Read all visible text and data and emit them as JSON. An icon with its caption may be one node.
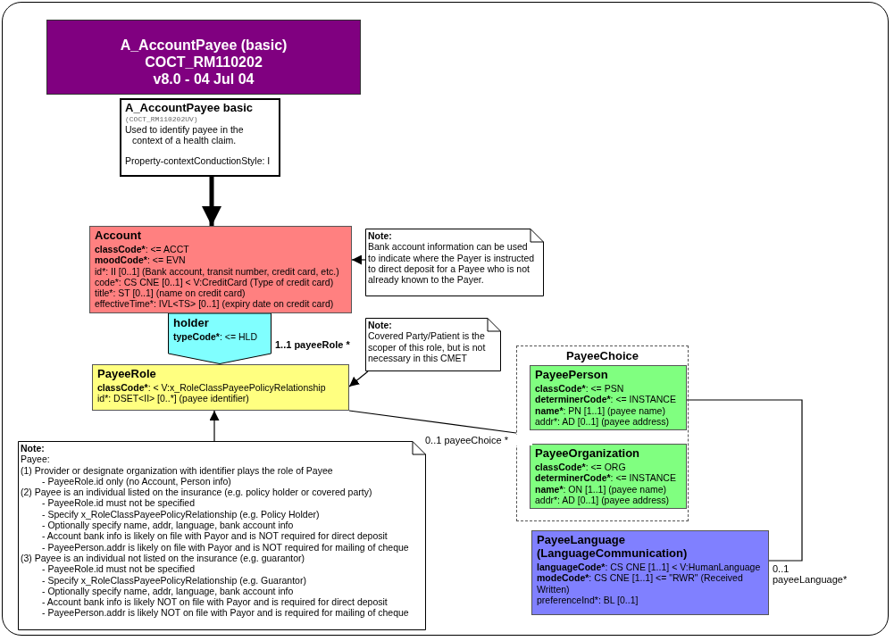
{
  "diagram": {
    "nodes": [
      {
        "text": [
          "A_AccountPayee (basic)",
          "COCT_RM110202",
          "v8.0 - 04 Jul 04"
        ]
      },
      {
        "text": [
          "A_AccountPayee basic",
          "(COCT_RM110202UV)",
          "Used to identify payee in the context of a health claim.",
          "Property-contextConductionStyle: I"
        ]
      },
      {
        "text": [
          "Account",
          "classCode*: <= ACCT",
          "moodCode*: <= EVN",
          "id*: II [0..1] (Bank account, transit number, credit card, etc.)",
          "code*: CS CNE [0..1] < V:CreditCard (Type of credit card)",
          "title*: ST [0..1] (name on credit card)",
          "effectiveTime*: IVL<TS> [0..1] (expiry date on credit card)"
        ]
      },
      {
        "text": [
          "Note:",
          "Bank account information can be used to indicate where the Payer is instructed to direct deposit for a Payee who is not already known to the Payer."
        ]
      },
      {
        "text": [
          "holder",
          "typeCode*: <= HLD"
        ],
        "beside": [
          "1..1 payeeRole  *"
        ]
      },
      {
        "text": [
          "Note:",
          "Covered Party/Patient is the scoper of this role, but is not necessary in this CMET"
        ]
      },
      {
        "text": [
          "PayeeRole",
          "classCode*: < V:x_RoleClassPayeePolicyRelationship",
          "id*: DSET<II> [0..*] (payee identifier)"
        ]
      },
      {
        "text": [
          "PayeeChoice"
        ]
      },
      {
        "text": [
          "PayeePerson",
          "classCode*: <= PSN",
          "determinerCode*: <= INSTANCE",
          "name*: PN [1..1] (payee name)",
          "addr*: AD [0..1] (payee address)"
        ],
        "in": 7
      },
      {
        "text": [
          "PayeeOrganization",
          "classCode*: <= ORG",
          "determinerCode*: <= INSTANCE",
          "name*: ON [1..1] (payee name)",
          "addr*: AD [0..1] (payee address)"
        ],
        "in": 7
      },
      {
        "text": [
          "Note:",
          "Payee:",
          "(1) Provider or designate organization with identifier plays the role of Payee",
          "- PayeeRole.id only (no Account, Person info)",
          "(2) Payee is an individual listed on the insurance (e.g. policy holder or covered party)",
          "- PayeeRole.id must not be specified",
          "- Specify x_RoleClassPayeePolicyRelationship (e.g. Policy Holder)",
          "- Optionally specify name, addr, language, bank account info",
          "- Account bank info is likely on file with Payor and is NOT required for direct deposit",
          "- PayeePerson.addr is likely on file with Payor and is NOT required for mailing of cheque",
          "(3) Payee is an individual not listed on the insurance (e.g. guarantor)",
          "- PayeeRole.id must not be specified",
          "- Specify x_RoleClassPayeePolicyRelationship (e.g. Guarantor)",
          "- Optionally specify name, addr, language, bank account info",
          "- Account bank info is likely NOT on file with Payor and is required for direct deposit",
          "- PayeePerson.addr is likely NOT on file with Payor and is required for mailing of cheque"
        ]
      },
      {
        "text": [
          "PayeeLanguage (LanguageCommunication)",
          "languageCode*: CS CNE [1..1] < V:HumanLanguage",
          "modeCode*: CS CNE [1..1] <= \"RWR\" (Received Written)",
          "preferenceInd*: BL [0..1]"
        ]
      }
    ],
    "edges": [
      {
        "from": 1,
        "to": 2,
        "arrow": "to",
        "style": "thick"
      },
      {
        "from": 3,
        "to": 2,
        "arrow": "to"
      },
      {
        "from": 5,
        "to": 6,
        "arrow": "to"
      },
      {
        "from": 10,
        "to": 6,
        "arrow": "to"
      },
      {
        "from": 6,
        "to": 7,
        "arrow": "none",
        "label": "0..1 payeeChoice  *"
      },
      {
        "from": 8,
        "to": 11,
        "arrow": "none",
        "label": "0..1 payeeLanguage*"
      }
    ]
  }
}
